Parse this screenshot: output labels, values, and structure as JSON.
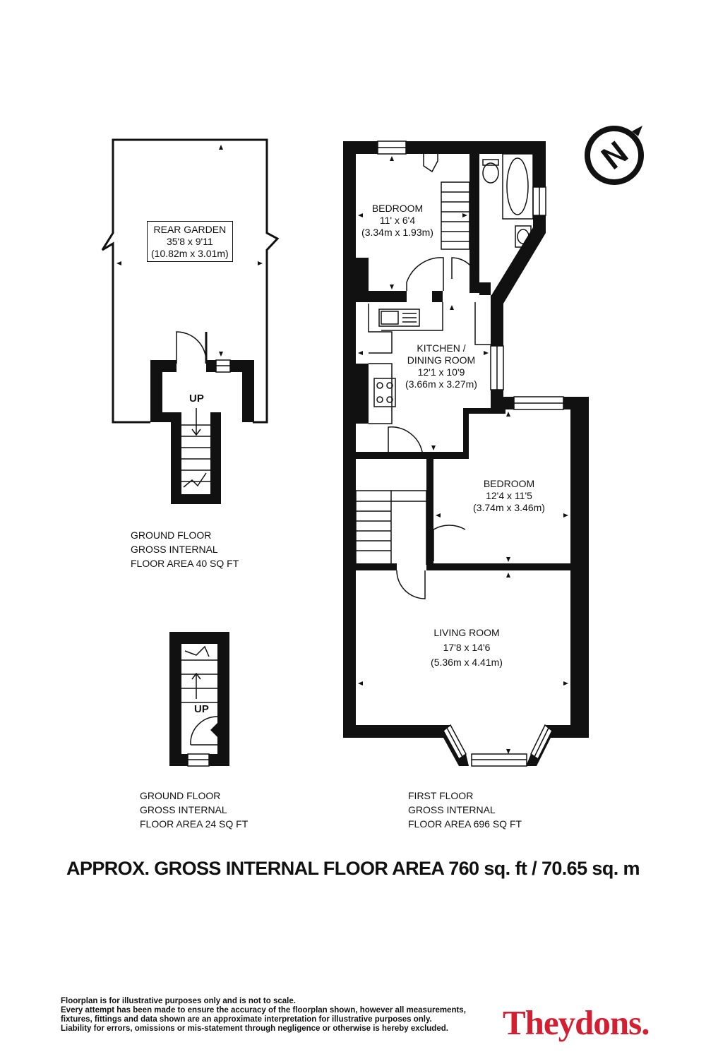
{
  "rooms": {
    "rear_garden": {
      "name": "REAR GARDEN",
      "imperial": "35'8 x 9'11",
      "metric": "(10.82m x 3.01m)"
    },
    "bedroom_small": {
      "name": "BEDROOM",
      "imperial": "11' x 6'4",
      "metric": "(3.34m x 1.93m)"
    },
    "kitchen": {
      "name_line1": "KITCHEN /",
      "name_line2": "DINING ROOM",
      "imperial": "12'1 x 10'9",
      "metric": "(3.66m x 3.27m)"
    },
    "bedroom_large": {
      "name": "BEDROOM",
      "imperial": "12'4 x 11'5",
      "metric": "(3.74m x 3.46m)"
    },
    "living_room": {
      "name": "LIVING ROOM",
      "imperial": "17'8 x 14'6",
      "metric": "(5.36m x 4.41m)"
    }
  },
  "stairs": {
    "up_label_1": "UP",
    "up_label_2": "UP"
  },
  "floor_areas": {
    "ground_1": {
      "line1": "GROUND FLOOR",
      "line2": "GROSS INTERNAL",
      "line3": "FLOOR AREA 40 SQ FT"
    },
    "ground_2": {
      "line1": "GROUND FLOOR",
      "line2": "GROSS INTERNAL",
      "line3": "FLOOR AREA 24 SQ FT"
    },
    "first": {
      "line1": "FIRST FLOOR",
      "line2": "GROSS INTERNAL",
      "line3": "FLOOR AREA 696 SQ FT"
    }
  },
  "total_area": "APPROX. GROSS INTERNAL FLOOR AREA 760 sq. ft / 70.65 sq. m",
  "disclaimer": [
    "Floorplan is for illustrative purposes only and is not to scale.",
    "Every attempt has been made to ensure the accuracy of the floorplan shown, however all measurements,",
    "fixtures, fittings and data shown are an approximate interpretation for illustrative purposes only.",
    "Liability for errors, omissions or mis-statement through negligence or otherwise is hereby excluded."
  ],
  "brand": {
    "name": "Theydons.",
    "color": "#d31f32"
  },
  "compass": {
    "letter": "N",
    "icon": "compass-icon"
  },
  "colors": {
    "wall": "#111111",
    "window": "#ffffff"
  }
}
